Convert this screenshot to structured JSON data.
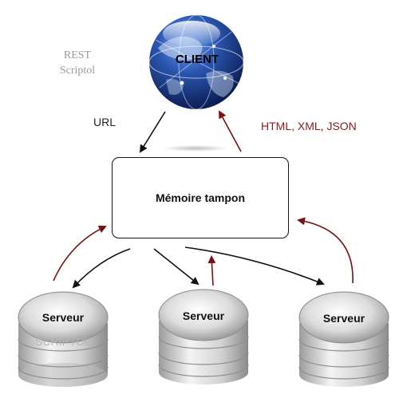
{
  "watermark": {
    "line1": "REST",
    "line2": "Scriptol"
  },
  "client": {
    "label": "CLIENT"
  },
  "labels": {
    "request": "URL",
    "response": "HTML, XML, JSON"
  },
  "buffer": {
    "label": "Mémoire tampon"
  },
  "servers": [
    {
      "label": "Serveur"
    },
    {
      "label": "Serveur"
    },
    {
      "label": "Serveur"
    }
  ],
  "server_watermark": "SCRIPTOL",
  "colors": {
    "request_arrow": "#111111",
    "response_arrow": "#7a1010",
    "globe": "#1d3f8f"
  }
}
